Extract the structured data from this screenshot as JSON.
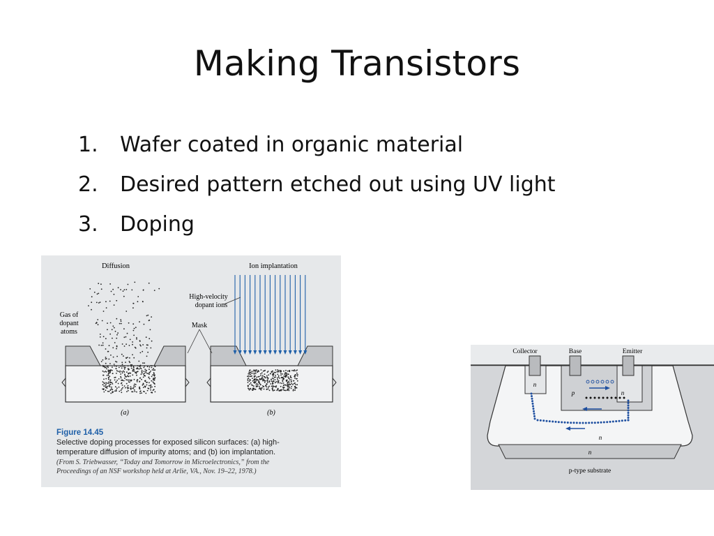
{
  "slide": {
    "title": "Making Transistors",
    "steps": [
      {
        "number": "1.",
        "text": "Wafer coated in organic material"
      },
      {
        "number": "2.",
        "text": "Desired pattern etched out using UV light"
      },
      {
        "number": "3.",
        "text": "Doping"
      }
    ]
  },
  "figure1": {
    "label_diffusion": "Diffusion",
    "label_ion_implantation": "Ion implantation",
    "label_gas_line1": "Gas of",
    "label_gas_line2": "dopant",
    "label_gas_line3": "atoms",
    "label_high_velocity_line1": "High-velocity",
    "label_high_velocity_line2": "dopant ions",
    "label_mask": "Mask",
    "panel_a": "(a)",
    "panel_b": "(b)",
    "figure_label": "Figure 14.45",
    "caption_line1": "Selective doping processes for exposed silicon surfaces: (a) high-",
    "caption_line2": "temperature diffusion of impurity atoms; and (b) ion implantation.",
    "caption_line3": "(From S. Triebwasser, “Today and Tomorrow in Microelectronics,” from the",
    "caption_line4": "Proceedings of an NSF workshop held at Arlie, VA., Nov. 19–22, 1978.)",
    "accent_color": "#1e5fa8"
  },
  "figure2": {
    "label_collector": "Collector",
    "label_base": "Base",
    "label_emitter": "Emitter",
    "label_n_collector": "n",
    "label_p": "p",
    "label_n_emitter": "n",
    "label_n_layer": "n",
    "label_n_buried": "n",
    "label_substrate": "p-type substrate"
  }
}
